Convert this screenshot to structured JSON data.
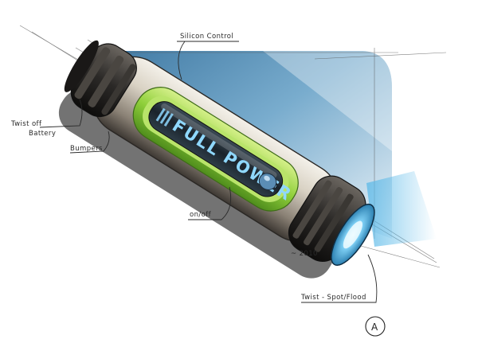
{
  "display": {
    "text": "FULL POWER"
  },
  "annotations": {
    "silicon_control": "Silicon Control",
    "twist_off_battery_line1": "Twist off",
    "twist_off_battery_line2": "Battery",
    "bumpers": "Bumpers",
    "on_off": "on/off",
    "signature": "~ 2010",
    "twist_spot_flood": "Twist - Spot/Flood"
  },
  "badge": {
    "letter": "A"
  },
  "colors": {
    "backdrop_blue": "#3f86b6",
    "silicone_green": "#8fcf3a",
    "display_glow": "#8fd8ff",
    "lens_blue": "#5ab9e8"
  }
}
